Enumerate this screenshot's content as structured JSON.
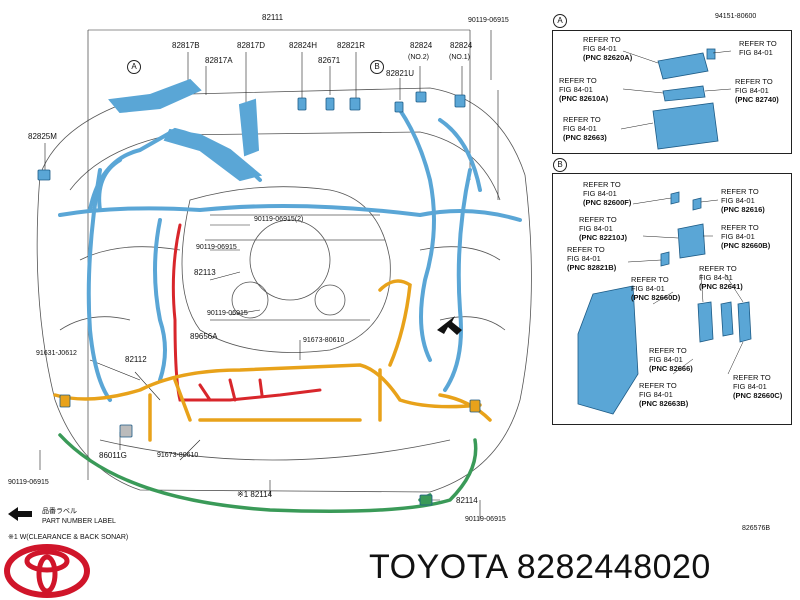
{
  "main": {
    "labels": {
      "l82111": "82111",
      "l90119_top": "90119-06915",
      "l82817B": "82817B",
      "l82817A": "82817A",
      "l82817D": "82817D",
      "l82824H": "82824H",
      "l82821R": "82821R",
      "l82824_no2": "82824",
      "no2": "(NO.2)",
      "l82824_no1": "82824",
      "no1": "(NO.1)",
      "l82671": "82671",
      "l82821U": "82821U",
      "l82825M": "82825M",
      "l90119_2": "90119-06915(2)",
      "l90119_a": "90119-06915",
      "l82113": "82113",
      "l90119_b": "90119-06915",
      "l89656A": "89656A",
      "l91673_80610_a": "91673-80610",
      "l91631": "91631-J0612",
      "l82112": "82112",
      "l86011G": "86011G",
      "l91673_80610_b": "91673-80610",
      "l90119_bl": "90119-06915",
      "l82114_mid": "※1 82114",
      "l82114_right": "82114",
      "l90119_br": "90119-06915",
      "callout_A": "A",
      "callout_B": "B"
    }
  },
  "legend": {
    "jp": "品番ラベル",
    "en": "PART NUMBER LABEL",
    "note": "※1 W(CLEARANCE & BACK SONAR)",
    "diagram_no": "826576B"
  },
  "detail_a": {
    "tag": "A",
    "part_no": "94151-80600",
    "refs": [
      {
        "l1": "REFER TO",
        "l2": "FIG 84-01",
        "pnc": "(PNC  82620A)"
      },
      {
        "l1": "REFER TO",
        "l2": "FIG 84-01",
        "pnc": ""
      },
      {
        "l1": "REFER TO",
        "l2": "FIG 84-01",
        "pnc": "(PNC  82610A)"
      },
      {
        "l1": "REFER TO",
        "l2": "FIG 84-01",
        "pnc": "(PNC  82740)"
      },
      {
        "l1": "REFER TO",
        "l2": "FIG 84-01",
        "pnc": "(PNC  82663)"
      }
    ]
  },
  "detail_b": {
    "tag": "B",
    "refs": [
      {
        "l1": "REFER TO",
        "l2": "FIG 84-01",
        "pnc": "(PNC  82600F)"
      },
      {
        "l1": "REFER TO",
        "l2": "FIG 84-01",
        "pnc": "(PNC  82616)"
      },
      {
        "l1": "REFER TO",
        "l2": "FIG 84-01",
        "pnc": "(PNC  82210J)"
      },
      {
        "l1": "REFER TO",
        "l2": "FIG 84-01",
        "pnc": "(PNC  82660B)"
      },
      {
        "l1": "REFER TO",
        "l2": "FIG 84-01",
        "pnc": "(PNC  82821B)"
      },
      {
        "l1": "REFER TO",
        "l2": "FIG 84-01",
        "pnc": "(PNC  82660D)"
      },
      {
        "l1": "REFER TO",
        "l2": "FIG 84-01",
        "pnc": "(PNC  82641)"
      },
      {
        "l1": "REFER TO",
        "l2": "FIG 84-01",
        "pnc": "(PNC  82666)"
      },
      {
        "l1": "REFER TO",
        "l2": "FIG 84-01",
        "pnc": "(PNC  82660C)"
      },
      {
        "l1": "REFER TO",
        "l2": "FIG 84-01",
        "pnc": "(PNC  82663B)"
      }
    ]
  },
  "footer": {
    "brand": "TOYOTA",
    "part_number": "8282448020"
  },
  "colors": {
    "harness_blue": "#5aa6d6",
    "harness_orange": "#e8a21a",
    "harness_red": "#d8262b",
    "harness_green": "#3a9a58",
    "logo_red": "#d0152a"
  }
}
